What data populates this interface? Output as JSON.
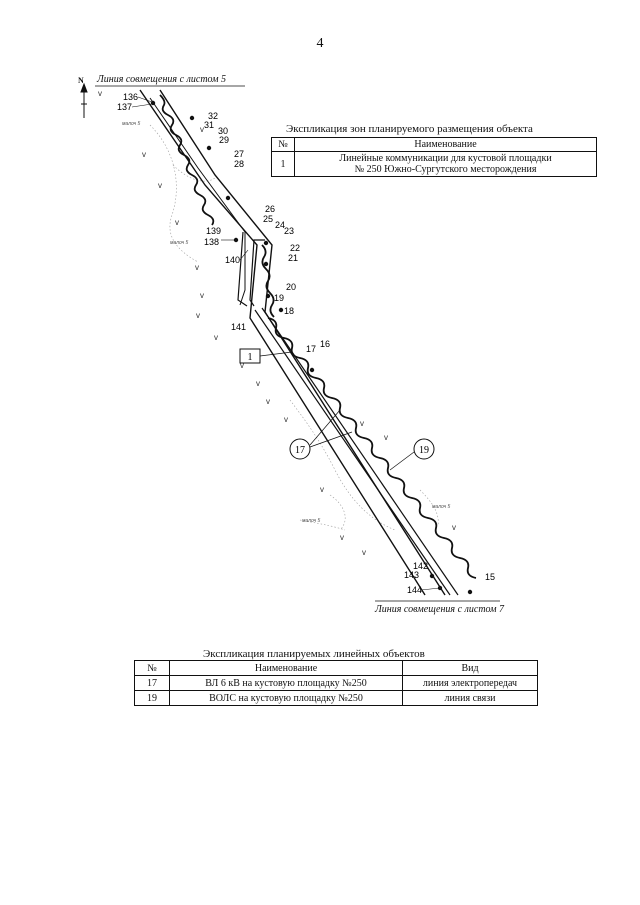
{
  "page_number": "4",
  "map": {
    "match_line_top": "Линия совмещения с листом 5",
    "match_line_bottom": "Линия совмещения с листом 7",
    "north": "N",
    "zone_callout": "1",
    "line_callouts": [
      "17",
      "19"
    ],
    "point_labels": [
      "136",
      "137",
      "32",
      "31",
      "30",
      "29",
      "27",
      "28",
      "26",
      "25",
      "24",
      "23",
      "22",
      "21",
      "20",
      "19",
      "18",
      "17",
      "16",
      "139",
      "138",
      "140",
      "141",
      "142",
      "143",
      "144",
      "15"
    ],
    "swamp_labels": [
      "малоч 5",
      "малоч 5",
      "малоч 5",
      "малоч 5"
    ],
    "vegetation_symbol": "ᴠ",
    "colors": {
      "ink": "#111111",
      "faint": "#9a9a9a"
    }
  },
  "zones_legend": {
    "title": "Экспликация зон планируемого размещения объекта",
    "headers": [
      "№",
      "Наименование"
    ],
    "rows": [
      {
        "num": "1",
        "name_line1": "Линейные коммуникации для кустовой площадки",
        "name_line2": "№ 250 Южно-Сургутского месторождения"
      }
    ]
  },
  "linear_legend": {
    "title": "Экспликация планируемых линейных объектов",
    "headers": [
      "№",
      "Наименование",
      "Вид"
    ],
    "rows": [
      {
        "num": "17",
        "name": "ВЛ 6 кВ на кустовую площадку №250",
        "type": "линия электропередач"
      },
      {
        "num": "19",
        "name": "ВОЛС на кустовую площадку №250",
        "type": "линия связи"
      }
    ]
  }
}
